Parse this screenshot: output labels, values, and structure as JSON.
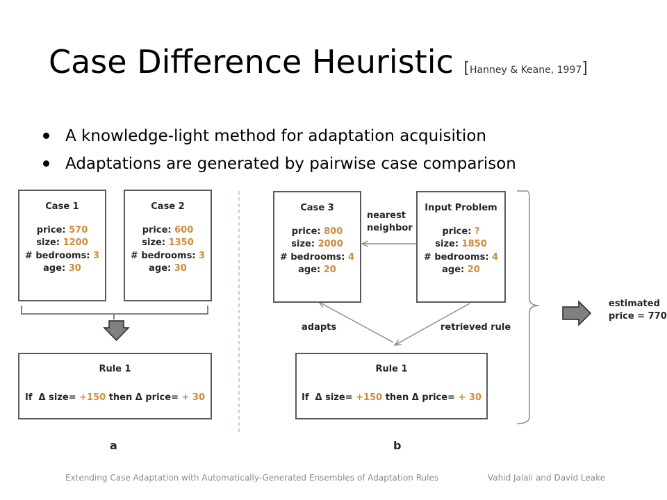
{
  "title": {
    "main": "Case Difference Heuristic ",
    "bracket_open": "[",
    "citation": "Hanney & Keane, 1997",
    "bracket_close": "]"
  },
  "bullets": [
    "A knowledge-light method for adaptation acquisition",
    "Adaptations are generated by pairwise case comparison"
  ],
  "diagram": {
    "panel_a": {
      "label": "a",
      "case1": {
        "title": "Case 1",
        "price_label": "price:",
        "price": "570",
        "size_label": "size:",
        "size": "1200",
        "bedrooms_label": "# bedrooms:",
        "bedrooms": "3",
        "age_label": "age:",
        "age": "30"
      },
      "case2": {
        "title": "Case 2",
        "price_label": "price:",
        "price": "600",
        "size_label": "size:",
        "size": "1350",
        "bedrooms_label": "# bedrooms:",
        "bedrooms": "3",
        "age_label": "age:",
        "age": "30"
      },
      "rule": {
        "title": "Rule 1",
        "if": "If",
        "delta_size": "Δ size=",
        "size_change": "+150",
        "then": "then",
        "delta_price": "Δ price=",
        "price_change": "+ 30"
      }
    },
    "panel_b": {
      "label": "b",
      "case3": {
        "title": "Case 3",
        "price_label": "price:",
        "price": "800",
        "size_label": "size:",
        "size": "2000",
        "bedrooms_label": "# bedrooms:",
        "bedrooms": "4",
        "age_label": "age:",
        "age": "20"
      },
      "input": {
        "title": "Input Problem",
        "price_label": "price:",
        "price": "?",
        "size_label": "size:",
        "size": "1850",
        "bedrooms_label": "# bedrooms:",
        "bedrooms": "4",
        "age_label": "age:",
        "age": "20"
      },
      "rule": {
        "title": "Rule 1",
        "if": "If",
        "delta_size": "Δ size=",
        "size_change": "+150",
        "then": "then",
        "delta_price": "Δ price=",
        "price_change": "+ 30"
      },
      "nearest_neighbor_line1": "nearest",
      "nearest_neighbor_line2": "neighbor",
      "adapts": "adapts",
      "retrieved_rule": "retrieved rule",
      "estimate_line1": "estimated",
      "estimate_line2": "price = 770"
    },
    "colors": {
      "value_accent": "#d08a3a",
      "box_border": "#595959",
      "arrow_fill": "#808080"
    }
  },
  "footer": {
    "paper": "Extending Case Adaptation with Automatically-Generated Ensembles of Adaptation Rules",
    "authors": "Vahid Jalali and David Leake"
  }
}
